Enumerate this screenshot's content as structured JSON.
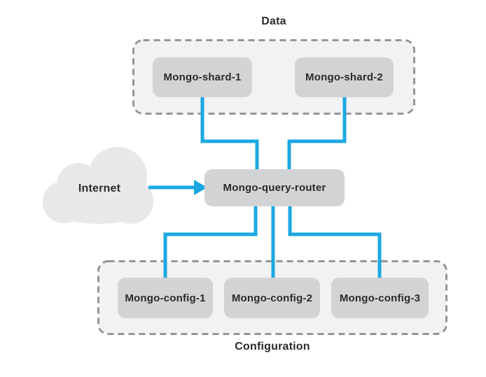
{
  "colors": {
    "connector": "#1BA8E2",
    "node_fill": "#D2D3D5",
    "group_fill": "#F1F2F3",
    "group_border": "#939598",
    "cloud_fill": "#E7E8EA",
    "text": "#2B2B2B",
    "background": "#FFFFFF"
  },
  "cloud": {
    "label": "Internet"
  },
  "router": {
    "label": "Mongo-query-router"
  },
  "groups": {
    "data": {
      "label": "Data",
      "nodes": [
        {
          "label": "Mongo-shard-1"
        },
        {
          "label": "Mongo-shard-2"
        }
      ]
    },
    "configuration": {
      "label": "Configuration",
      "nodes": [
        {
          "label": "Mongo-config-1"
        },
        {
          "label": "Mongo-config-2"
        },
        {
          "label": "Mongo-config-3"
        }
      ]
    }
  }
}
